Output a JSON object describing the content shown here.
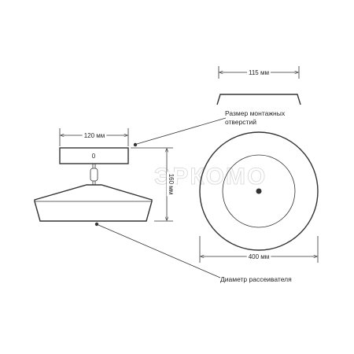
{
  "dimensions": {
    "mounting_width": "115 мм",
    "base_width": "120 мм",
    "height": "160 мм",
    "diameter": "400 мм"
  },
  "labels": {
    "mounting_holes": [
      "Размер монтажных",
      "отверстий"
    ],
    "diffuser_diameter": "Диаметр рассеивателя"
  },
  "base_marking": "0",
  "watermark": "ЭРКОМО",
  "colors": {
    "line": "#333333",
    "text": "#222222",
    "watermark": "#d6d6d6",
    "background": "#ffffff"
  }
}
